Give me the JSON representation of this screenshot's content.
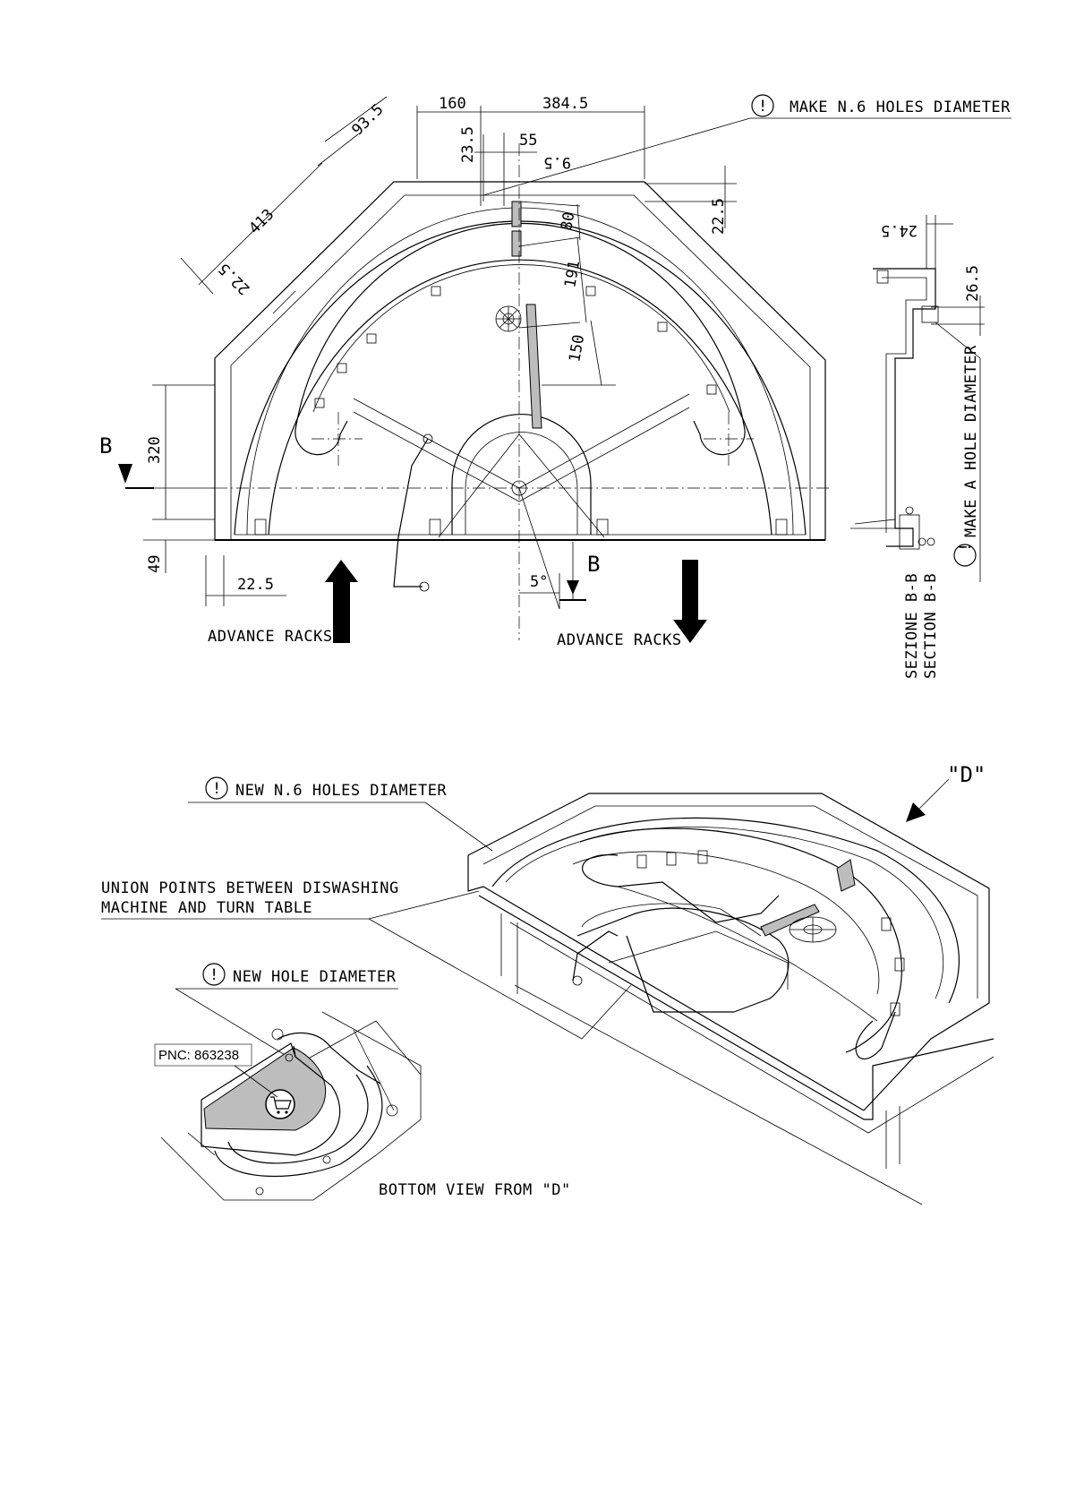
{
  "plan_view": {
    "dimensions": {
      "d160": "160",
      "d384_5": "384.5",
      "d93_5": "93.5",
      "d55": "55",
      "d23_5": "23.5",
      "d9_5": "9.5",
      "d413": "413",
      "d22_5_top": "22.5",
      "d22_5_right": "22.5",
      "d80": "80",
      "d191": "191",
      "d150": "150",
      "d320": "320",
      "d49": "49",
      "d22_5_bottom": "22.5",
      "d5deg": "5°"
    },
    "section_marker": "B",
    "notes": {
      "make_holes": "MAKE N.6 HOLES DIAMETER",
      "advance_left": "ADVANCE RACKS",
      "advance_right": "ADVANCE RACKS"
    }
  },
  "section_view": {
    "dimensions": {
      "d24_5": "24.5",
      "d26_5": "26.5"
    },
    "note_hole": "MAKE A HOLE DIAMETER",
    "title_it": "SEZIONE B-B",
    "title_en": "SECTION B-B"
  },
  "isometric_view": {
    "view_marker": "\"D\"",
    "note_new_holes": "NEW N.6 HOLES DIAMETER",
    "note_union_line1": "UNION POINTS BETWEEN DISWASHING",
    "note_union_line2": "MACHINE AND TURN TABLE",
    "note_new_hole": "NEW HOLE DIAMETER",
    "pnc": "PNC: 863238",
    "bottom_view": "BOTTOM VIEW FROM \"D\""
  },
  "attention_symbol": "!"
}
